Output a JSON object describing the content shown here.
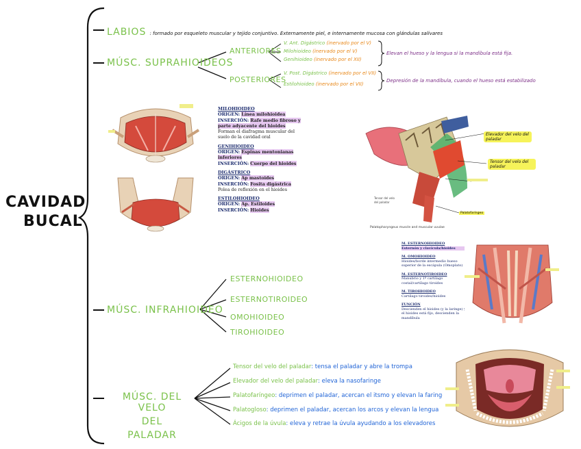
{
  "root": {
    "title_line1": "CAVIDAD",
    "title_line2": "BUCAL"
  },
  "labios": {
    "title": "LABIOS",
    "desc": ": formado por esqueleto muscular y tejido conjuntivo. Externamente piel, e internamente mucosa con glándulas salivares"
  },
  "suprahioideos": {
    "title": "MÚSC. SUPRAHIOIDEOS",
    "anteriores": {
      "label": "ANTERIORES",
      "items": [
        {
          "name": "V. Ant. Digástrico",
          "inerv": "(inervado por el V)"
        },
        {
          "name": "Milohioideo",
          "inerv": "(inervado por el V)"
        },
        {
          "name": "Genihioideo",
          "inerv": "(inervado por el XII)"
        }
      ],
      "function": "Elevan el hueso y la lengua si la mandíbula está fija."
    },
    "posteriores": {
      "label": "POSTERIORES",
      "items": [
        {
          "name": "V. Post. Digástrico",
          "inerv": "(inervado por el VII)"
        },
        {
          "name": "Estilohioideo",
          "inerv": "(inervado por el VII)"
        }
      ],
      "function": "Depresión de la mandíbula, cuando el hueso está estabilizado"
    }
  },
  "info_box": {
    "sections": [
      {
        "name": "MILOHIOIDEO",
        "origen_k": "ORIGEN:",
        "origen": "Línea milohioidea",
        "insercion_k": "INSERCIÓN:",
        "insercion": "Rafe medio fibroso y parte adyacente del hioides",
        "extra": "Forman el diafragma muscular del suelo de la cavidad oral"
      },
      {
        "name": "GENIHIOIDEO",
        "origen_k": "ORIGEN:",
        "origen": "Espinas mentonianas inferiores",
        "insercion_k": "INSERCIÓN:",
        "insercion": "Cuerpo del hioides",
        "extra": ""
      },
      {
        "name": "DIGÁSTRICO",
        "origen_k": "ORIGEN:",
        "origen": "Ap mastoides",
        "insercion_k": "INSERCIÓN:",
        "insercion": "Fosita digástrica",
        "extra": "Polea de reflexión en el hioides"
      },
      {
        "name": "ESTILOHIOIDEO",
        "origen_k": "ORIGEN:",
        "origen": "Ap. Estiloides",
        "insercion_k": "INSERCIÓN:",
        "insercion": "Hioides",
        "extra": ""
      }
    ]
  },
  "palate_figure": {
    "note1": "Elevador del velo del paladar",
    "note2": "Tensor del velo del paladar",
    "tag_bottom": "Palatofaríngeo",
    "caption": "Palatopharyngeus muscle and muscular uvulae"
  },
  "infrahioideos": {
    "title": "MÚSC. INFRAHIOIDEO",
    "items": [
      "ESTERNOHIOIDEO",
      "ESTERNOTIROIDEO",
      "OMOHIOIDEO",
      "TIROHIOIDEO"
    ]
  },
  "infra_box": {
    "lines": [
      {
        "h": "M. ESTERNOHIOIDEO",
        "t": "Esternón y clavícula/hioides"
      },
      {
        "h": "M. OMOHIOIDEO",
        "t": "Hioides/borde intermedio hueso superior de la escápula (Omoplato)"
      },
      {
        "h": "M. ESTERNOTIROIDEO",
        "t": "Manubrio y 1º cartílago costal/cartílago tiroides"
      },
      {
        "h": "M. TIROHIOIDEO",
        "t": "Cartílago tiroides/hioides"
      },
      {
        "h": "FUNCIÓN",
        "t": "Descienden el hioides (y la laringe) y el hioides está fijo, descienden la mandíbula"
      }
    ]
  },
  "velo": {
    "title_line1": "MÚSC. DEL VELO",
    "title_line2": "DEL",
    "title_line3": "PALADAR",
    "items": [
      {
        "name": "Tensor del velo del paladar",
        "desc": ": tensa el paladar y abre la trompa"
      },
      {
        "name": "Elevador del velo del paladar",
        "desc": ": eleva la nasofaringe"
      },
      {
        "name": "Palatofaríngeo",
        "desc": ": deprimen el paladar, acercan el itsmo y elevan la faringe"
      },
      {
        "name": "Palatogloso",
        "desc": ": deprimen el paladar, acercan los arcos y elevan la lengua"
      },
      {
        "name": "Ácigos de la úvula",
        "desc": ": eleva y retrae la úvula ayudando a los elevadores"
      }
    ]
  },
  "colors": {
    "green": "#7ac14a",
    "orange": "#e8881a",
    "purple": "#7b2d86",
    "blue": "#1f63d6",
    "highlight": "#f6f35a"
  }
}
